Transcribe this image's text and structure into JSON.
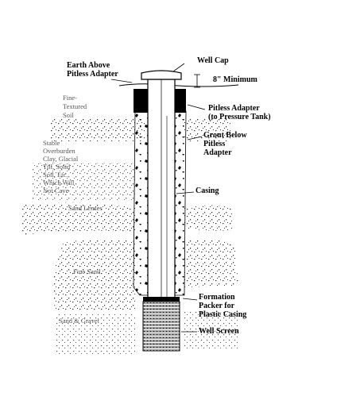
{
  "colors": {
    "ink": "#000000",
    "paper": "#ffffff",
    "soil_dots": "#3a3a3a",
    "faint_text": "#555555"
  },
  "labels": {
    "earth_above_line1": "Earth Above",
    "earth_above_line2": "Pitless Adapter",
    "well_cap": "Well Cap",
    "minimum": "8\" Minimum",
    "pitless_adapter_line1": "Pitless Adapter",
    "pitless_adapter_line2": "(to Pressure Tank)",
    "grout_line1": "Grout Below",
    "grout_line2": "Pitless",
    "grout_line3": "Adapter",
    "casing": "Casing",
    "formation_line1": "Formation",
    "formation_line2": "Packer for",
    "formation_line3": "Plastic Casing",
    "well_screen": "Well Screen"
  },
  "soil_labels": {
    "fine_textured_line1": "Fine-",
    "fine_textured_line2": "Textured",
    "fine_textured_line3": "Soil",
    "stable_line1": "Stable",
    "stable_line2": "Overburden",
    "stable_line3": "Clay, Glacial",
    "stable_line4": "Till, Solid",
    "stable_line5": "Soil, Etc.",
    "stable_line6": "Which Will",
    "stable_line7": "Not Cave",
    "sand_lenses": "Sand Lenses",
    "fine_sand": "Fine Sand",
    "sand_gravel": "Sand & Gravel"
  }
}
